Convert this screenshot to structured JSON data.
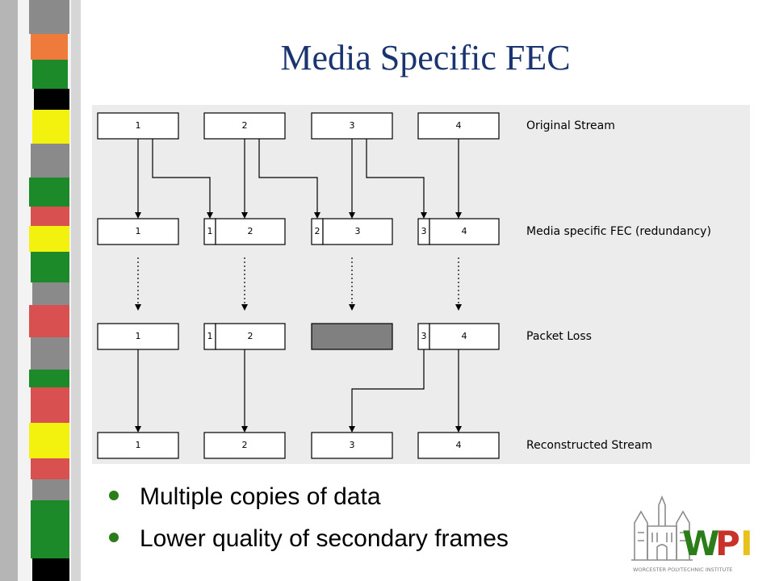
{
  "slide": {
    "title": "Media Specific FEC"
  },
  "diagram": {
    "row_labels": [
      "Original Stream",
      "Media specific FEC (redundancy)",
      "Packet Loss",
      "Reconstructed Stream"
    ],
    "original": [
      "1",
      "2",
      "3",
      "4"
    ],
    "fec": [
      {
        "redundant": "",
        "primary": "1"
      },
      {
        "redundant": "1",
        "primary": "2"
      },
      {
        "redundant": "2",
        "primary": "3"
      },
      {
        "redundant": "3",
        "primary": "4"
      }
    ],
    "loss": [
      {
        "redundant": "",
        "primary": "1",
        "lost": false
      },
      {
        "redundant": "1",
        "primary": "2",
        "lost": false
      },
      {
        "redundant": "",
        "primary": "",
        "lost": true
      },
      {
        "redundant": "3",
        "primary": "4",
        "lost": false
      }
    ],
    "reconstructed": [
      "1",
      "2",
      "3",
      "4"
    ],
    "colors": {
      "background": "#ececec",
      "lost_packet": "#808080",
      "box": "#ffffff",
      "line": "#000000"
    }
  },
  "bullets": [
    {
      "text": "Multiple copies of data"
    },
    {
      "text": "Lower quality of secondary frames"
    }
  ],
  "logo": {
    "letters": [
      "W",
      "P",
      "I"
    ],
    "tagline": "WORCESTER POLYTECHNIC INSTITUTE"
  },
  "theme": {
    "title_color": "#1a3470",
    "bullet_color": "#2a7d18"
  }
}
